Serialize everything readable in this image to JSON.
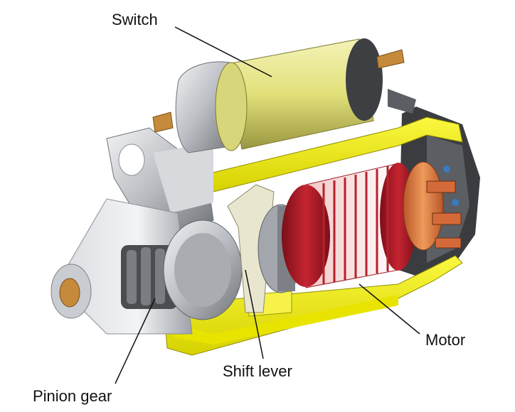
{
  "labels": {
    "switch": "Switch",
    "motor": "Motor",
    "shift_lever": "Shift lever",
    "pinion_gear": "Pinion gear"
  },
  "colors": {
    "housing_yellow": "#f2f000",
    "solenoid_khaki": "#e4e27a",
    "armature_red": "#b01c28",
    "commutator_orange": "#e07a3a",
    "metal_gray": "#bfc2c6",
    "dark_gear": "#4a4a4a"
  }
}
